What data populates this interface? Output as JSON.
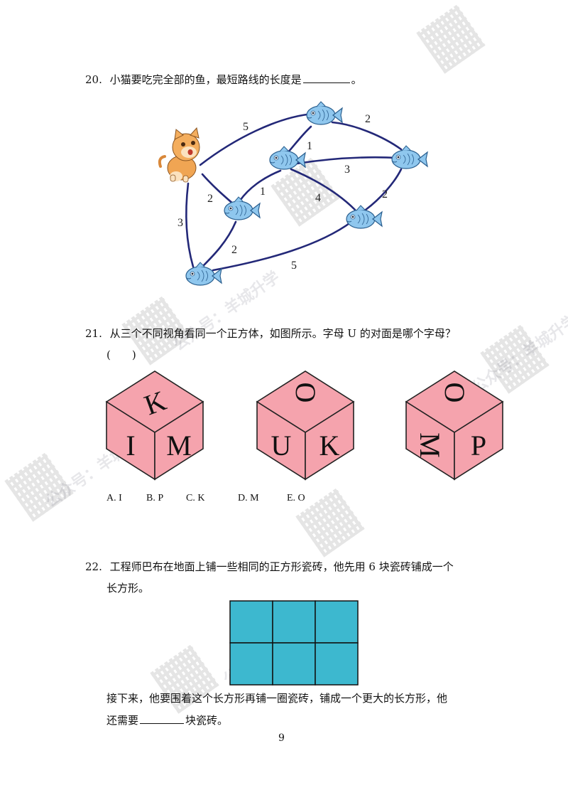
{
  "q20": {
    "num": "20.",
    "text_before": "小猫要吃完全部的鱼，最短路线的长度是",
    "text_after": "。",
    "edges": [
      "5",
      "2",
      "1",
      "3",
      "2",
      "1",
      "4",
      "2",
      "3",
      "2",
      "5"
    ]
  },
  "q21": {
    "num": "21.",
    "text": "从三个不同视角看同一个正方体，如图所示。字母 U 的对面是哪个字母？",
    "paren": "(　　)",
    "cube1": {
      "top": "K",
      "front": "I",
      "side": "M"
    },
    "cube2": {
      "top": "O",
      "front": "U",
      "side": "K"
    },
    "cube3": {
      "top": "O",
      "front": "M",
      "side": "P"
    },
    "options": [
      "A. I",
      "B. P",
      "C. K",
      "D. M",
      "E. O"
    ]
  },
  "q22": {
    "num": "22.",
    "line1": "工程师巴布在地面上铺一些相同的正方形瓷砖，他先用 6 块瓷砖铺成一个",
    "line2": "长方形。",
    "line3": "接下来，他要围着这个长方形再铺一圈瓷砖，铺成一个更大的长方形，他",
    "line4_before": "还需要",
    "line4_after": "块瓷砖。",
    "tile_color": "#3db8cf"
  },
  "footer": {
    "page": "9"
  },
  "watermark": {
    "text": "公众号：羊城升学"
  }
}
